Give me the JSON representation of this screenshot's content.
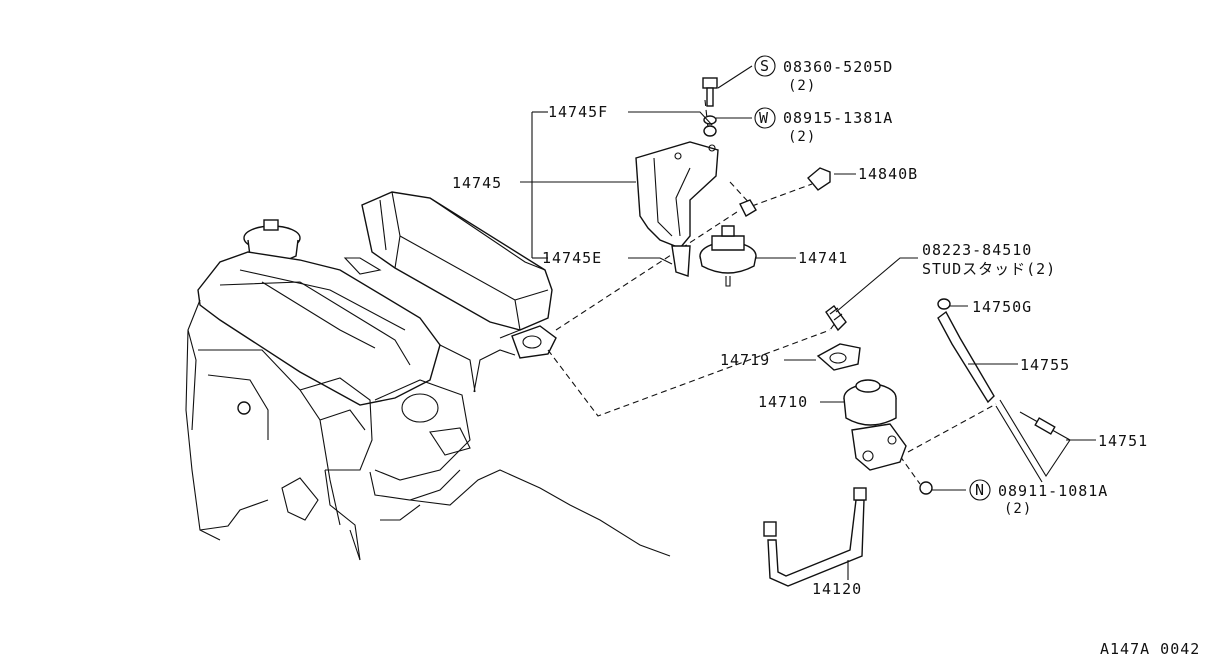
{
  "diagram_id": "A147A 0042",
  "labels": {
    "bolt_part": "08360-5205D",
    "bolt_qty": "(2)",
    "bolt_symbol": "S",
    "washer_part": "08915-1381A",
    "washer_qty": "(2)",
    "washer_symbol": "W",
    "bracket_f": "14745F",
    "bracket": "14745",
    "bracket_e": "14745E",
    "connector": "14840B",
    "modulator": "14741",
    "stud_part": "08223-84510",
    "stud_text": "STUDスタッド(2)",
    "clamp": "14750G",
    "hose": "14755",
    "gasket": "14719",
    "egr_valve": "14710",
    "tube": "14751",
    "nut_part": "08911-1081A",
    "nut_qty": "(2)",
    "nut_symbol": "N",
    "egr_tube": "14120"
  }
}
